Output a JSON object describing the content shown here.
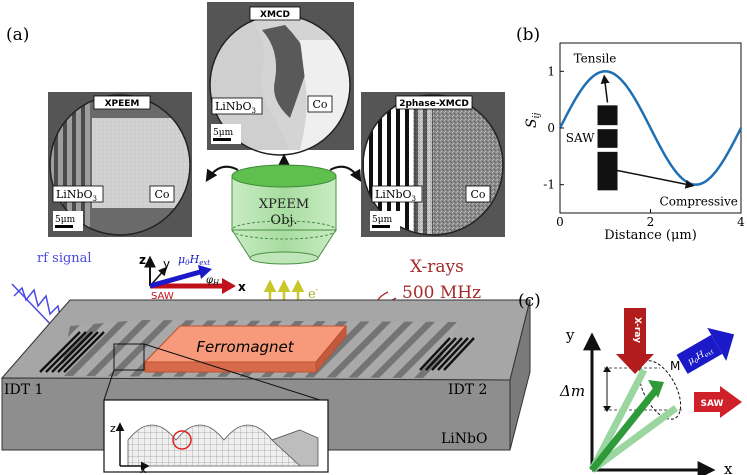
{
  "panel_a": {
    "label": "(a)",
    "images": {
      "xpeem": {
        "title": "XPEEM",
        "left": "LiNbO",
        "left_sub": "3",
        "right": "Co",
        "scale": "5μm"
      },
      "xmcd": {
        "title": "XMCD",
        "left": "LiNbO",
        "left_sub": "3",
        "right": "Co",
        "scale": "5μm"
      },
      "twophase": {
        "title": "2phase-XMCD",
        "left": "LiNbO",
        "left_sub": "3",
        "right": "Co",
        "scale": "5μm"
      }
    },
    "objective": {
      "line1": "XPEEM",
      "line2": "Obj."
    },
    "rf_signal": "rf signal",
    "xrays_line1": "X-rays",
    "xrays_line2": "500 MHz",
    "electron": "e",
    "electron_sup": "-",
    "ferromagnet": "Ferromagnet",
    "idt1": "IDT 1",
    "idt2": "IDT 2",
    "substrate": "LiNbO",
    "axes": {
      "z": "z",
      "y": "y",
      "x": "x",
      "field_mu": "μ",
      "field_0": "0",
      "field_H": "H",
      "field_sub": "ext",
      "phi": "φ",
      "phi_sub": "H",
      "saw": "SAW"
    },
    "inset_axes": {
      "z": "z",
      "x": "x"
    }
  },
  "panel_b": {
    "label": "(b)",
    "chart_data": {
      "type": "line",
      "xlabel": "Distance (μm)",
      "ylabel": "S",
      "ylabel_sub": "ij",
      "xlim": [
        0,
        4
      ],
      "ylim": [
        -1.5,
        1.5
      ],
      "xticks": [
        "0",
        "2",
        "4"
      ],
      "yticks": [
        "1",
        "0",
        "-1"
      ],
      "series": [
        {
          "name": "",
          "function": "sin(pi*x/2)",
          "x_min": 0,
          "x_max": 4
        }
      ],
      "annotations": {
        "tensile": "Tensile",
        "compressive": "Compressive",
        "saw": "SAW"
      }
    }
  },
  "panel_c": {
    "label": "(c)",
    "y": "y",
    "x": "x",
    "delta_m": "Δm",
    "m": "M",
    "xray": "X-ray",
    "field_mu": "μ",
    "field_0": "0",
    "field_H": "H",
    "field_sub": "ext",
    "saw": "SAW"
  },
  "colors": {
    "curve": "#1f6fb4",
    "ferromagnet": "#f58a6a",
    "objective": "#9fd99a",
    "xray": "#b22222",
    "saw": "#d0202a",
    "field": "#1a1ac8",
    "vector": "#2e9a3a",
    "electron": "#c8c82a",
    "rf": "#4a4ae0"
  }
}
